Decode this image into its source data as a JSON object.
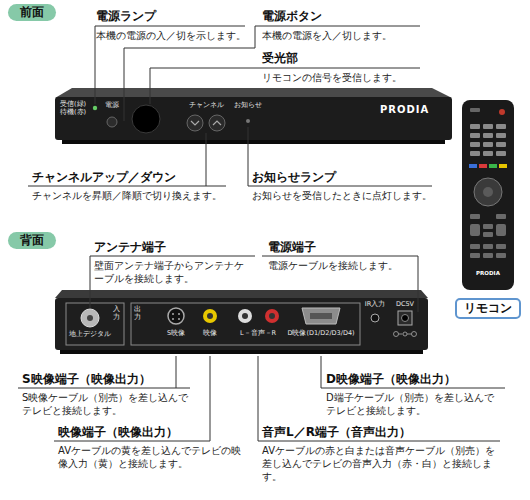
{
  "diagram": {
    "nodes": [
      {
        "text": [
          "前面"
        ]
      },
      {
        "text": [
          "背面"
        ]
      },
      {
        "text": [
          "リモコン"
        ]
      }
    ],
    "labels": [
      "電源ランプ",
      "本機の電源の入／切を示します。",
      "電源ボタン",
      "本機の電源を入／切します。",
      "受光部",
      "リモコンの信号を受信します。",
      "受信(緑)",
      "待機(赤)",
      "電源",
      "チャンネル",
      "お知らせ",
      "PRODIA",
      "チャンネルアップ／ダウン",
      "チャンネルを昇順／降順で切り換えます。",
      "お知らせランプ",
      "お知らせを受信したときに点灯します。",
      "PRODIA",
      "アンテナ端子",
      "壁面アンテナ端子からアンテナケーブルを接続します。",
      "電源端子",
      "電源ケーブルを接続します。",
      "入力",
      "地上デジタル",
      "出力",
      "S映像",
      "映像",
      "L－音声－R",
      "D映像(D1/D2/D3/D4)",
      "IR入力",
      "DC5V",
      "S映像端子（映像出力）",
      "S映像ケーブル（別売）を差し込んでテレビと接続します。",
      "D映像端子（映像出力）",
      "D端子ケーブル（別売）を差し込んでテレビと接続します。",
      "映像端子（映像出力）",
      "AVケーブルの黄を差し込んでテレビの映像入力（黄）と接続します。",
      "音声L／R端子（音声出力）",
      "AVケーブルの赤と白または音声ケーブル（別売）を差し込んでテレビの音声入力（赤・白）と接続します。"
    ]
  }
}
